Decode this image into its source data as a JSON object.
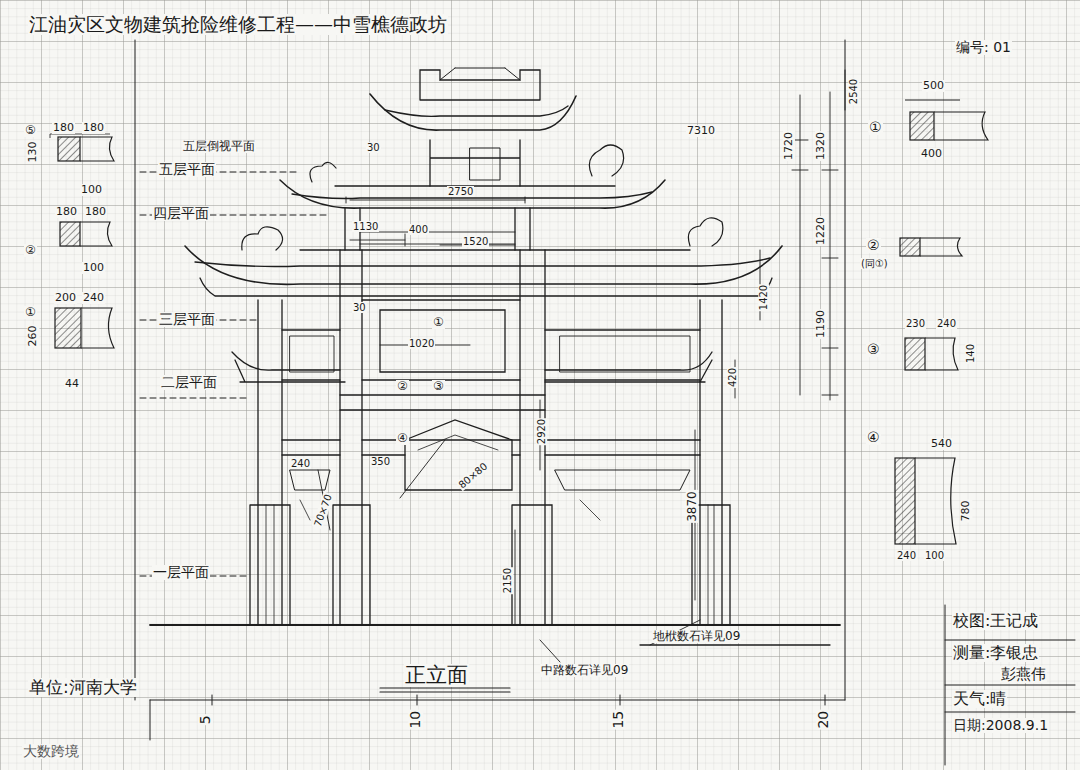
{
  "diagram": {
    "title": "江油灾区文物建筑抢险维修工程——中雪樵德政坊",
    "caption": "正立面",
    "labels": [
      "编号: 01",
      "180",
      "180",
      "⑤",
      "130",
      "100",
      "180",
      "180",
      "②",
      "100",
      "200",
      "240",
      "①",
      "260",
      "44",
      "五层倒视平面",
      "五层平面",
      "四层平面",
      "三层平面",
      "二层平面",
      "一层平面",
      "7310",
      "30",
      "2750",
      "1130",
      "400",
      "1520",
      "30",
      "①",
      "1020",
      "②",
      "③",
      "④",
      "350",
      "240",
      "80×80",
      "70×70",
      "2920",
      "3870",
      "2150",
      "420",
      "1720",
      "1320",
      "1220",
      "1190",
      "1420",
      "2540",
      "①",
      "500",
      "400",
      "②",
      "(同①)",
      "③",
      "230",
      "240",
      "140",
      "④",
      "540",
      "780",
      "240",
      "100",
      "中路数石详见09",
      "地栿数石详见09",
      "单位:河南大学",
      "校图:王记成",
      "测量:李银忠",
      "彭燕伟",
      "天气:晴",
      "日期:2008.9.1",
      "5",
      "10",
      "15",
      "20",
      "大数跨境"
    ]
  }
}
